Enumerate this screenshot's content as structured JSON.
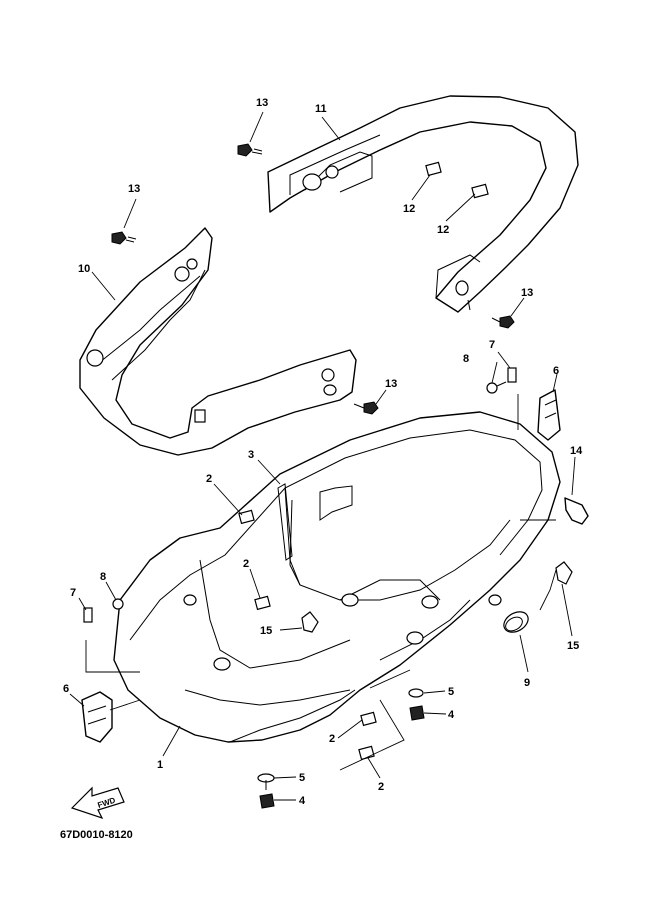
{
  "diagram": {
    "part_code": "67D0010-8120",
    "fwd_label": "FWD",
    "callouts": {
      "c13a": "13",
      "c11": "11",
      "c13b": "13",
      "c12a": "12",
      "c12b": "12",
      "c10": "10",
      "c13c": "13",
      "c13d": "13",
      "c8a": "8",
      "c7a": "7",
      "c6a": "6",
      "c3": "3",
      "c14": "14",
      "c2a": "2",
      "c2b": "2",
      "c8b": "8",
      "c7b": "7",
      "c15a": "15",
      "c15b": "15",
      "c9": "9",
      "c6b": "6",
      "c5a": "5",
      "c4a": "4",
      "c2c": "2",
      "c2d": "2",
      "c1": "1",
      "c5b": "5",
      "c4b": "4"
    }
  }
}
